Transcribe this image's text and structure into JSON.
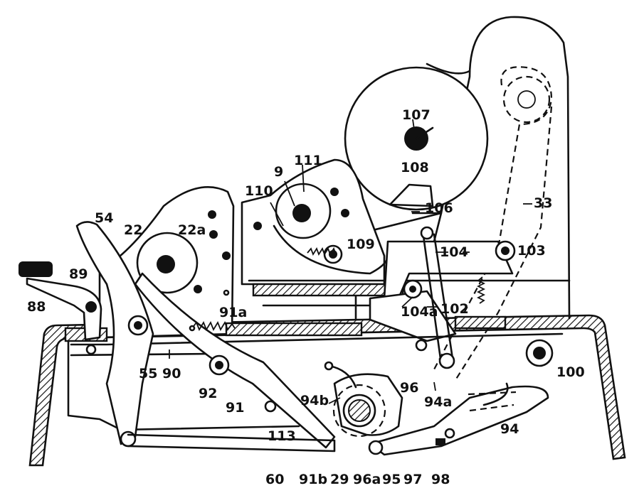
{
  "labels": {
    "l107": "107",
    "l108": "108",
    "l9": "9",
    "l111": "111",
    "l110": "110",
    "l106": "106",
    "l33": "33",
    "l54": "54",
    "l22": "22",
    "l22a": "22a",
    "l109": "109",
    "l104": "104",
    "l103": "103",
    "l89": "89",
    "l88": "88",
    "l91a": "91a",
    "l104a": "104a",
    "l102": "102",
    "l55": "55",
    "l90": "90",
    "l92": "92",
    "l91": "91",
    "l94b": "94b",
    "l96": "96",
    "l94a": "94a",
    "l100": "100",
    "l94": "94",
    "l113": "113",
    "l60": "60",
    "l91b": "91b",
    "l29": "29",
    "l96a": "96a",
    "l95": "95",
    "l97": "97",
    "l98": "98"
  }
}
